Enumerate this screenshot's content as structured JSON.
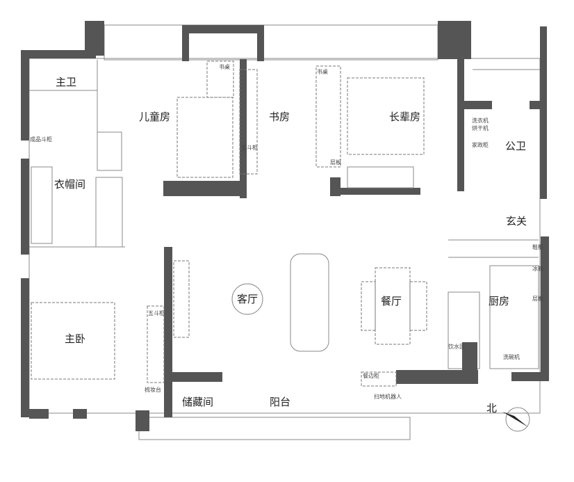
{
  "rooms": {
    "master_bath": "主卫",
    "kids_room": "儿童房",
    "study": "书房",
    "elder_room": "长辈房",
    "public_bath": "公卫",
    "cloakroom": "衣帽间",
    "entrance": "玄关",
    "living_room": "客厅",
    "dining_room": "餐厅",
    "kitchen": "厨房",
    "master_bedroom": "主卧",
    "storage": "储藏间",
    "balcony": "阳台"
  },
  "furniture": {
    "chest_cloak": "成品斗柜",
    "desk_kids": "书桌",
    "chest_kids": "五斗柜",
    "desk_study": "书桌",
    "shelf_study": "层板",
    "washer_dryer_1": "洗衣机",
    "washer_dryer_2": "烘干机",
    "housekeeping_cabinet": "家政柜",
    "shoe_cabinet": "鞋柜",
    "fridge": "冰箱",
    "shelf_kitchen": "层板",
    "water_area": "饮水区",
    "dishwasher": "洗碗机",
    "sideboard": "餐边柜",
    "robot_vacuum": "扫地机器人",
    "chest_master": "五斗柜",
    "dresser": "梳妆台"
  },
  "compass": {
    "label": "北"
  },
  "colors": {
    "wall": "#555555",
    "line": "#888888"
  }
}
